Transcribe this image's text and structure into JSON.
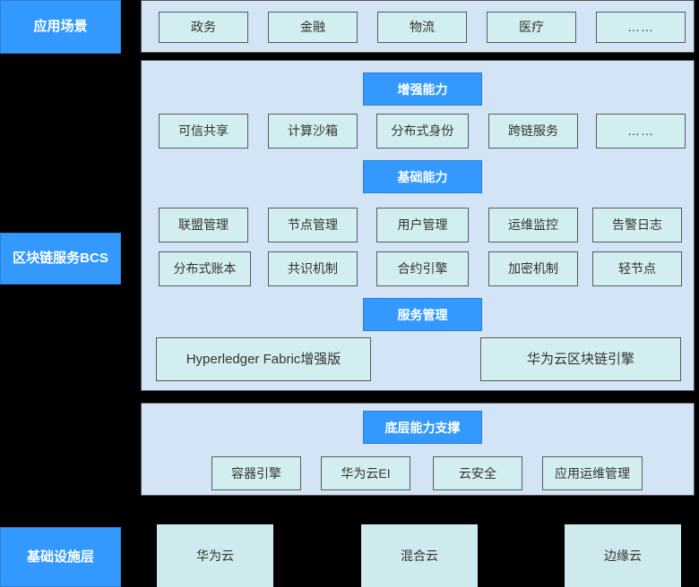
{
  "colors": {
    "accent_blue": "#3399ff",
    "panel_blue": "#d4e4f7",
    "card_cyan": "#d3eef1",
    "background": "#000000",
    "border_gray": "#5a5a5a",
    "text_dark": "#333333",
    "text_light": "#ffffff"
  },
  "layers": [
    {
      "label": "应用场景"
    },
    {
      "label": "区块链服务BCS"
    },
    {
      "label": "基础设施层"
    }
  ],
  "application_scenarios": {
    "items": [
      {
        "label": "政务"
      },
      {
        "label": "金融"
      },
      {
        "label": "物流"
      },
      {
        "label": "医疗"
      },
      {
        "label": "……"
      }
    ]
  },
  "bcs": {
    "sections": [
      {
        "header": "增强能力",
        "rows": [
          [
            {
              "label": "可信共享"
            },
            {
              "label": "计算沙箱"
            },
            {
              "label": "分布式身份"
            },
            {
              "label": "跨链服务"
            },
            {
              "label": "……"
            }
          ]
        ]
      },
      {
        "header": "基础能力",
        "rows": [
          [
            {
              "label": "联盟管理"
            },
            {
              "label": "节点管理"
            },
            {
              "label": "用户管理"
            },
            {
              "label": "运维监控"
            },
            {
              "label": "告警日志"
            }
          ],
          [
            {
              "label": "分布式账本"
            },
            {
              "label": "共识机制"
            },
            {
              "label": "合约引擎"
            },
            {
              "label": "加密机制"
            },
            {
              "label": "轻节点"
            }
          ]
        ]
      },
      {
        "header": "服务管理",
        "rows": [
          [
            {
              "label": "Hyperledger Fabric增强版"
            },
            {
              "label": "华为云区块链引擎"
            }
          ]
        ]
      }
    ]
  },
  "underlying_support": {
    "header": "底层能力支撑",
    "items": [
      {
        "label": "容器引擎"
      },
      {
        "label": "华为云EI"
      },
      {
        "label": "云安全"
      },
      {
        "label": "应用运维管理"
      }
    ]
  },
  "infrastructure": {
    "items": [
      {
        "label": "华为云"
      },
      {
        "label": "混合云"
      },
      {
        "label": "边缘云"
      }
    ]
  }
}
